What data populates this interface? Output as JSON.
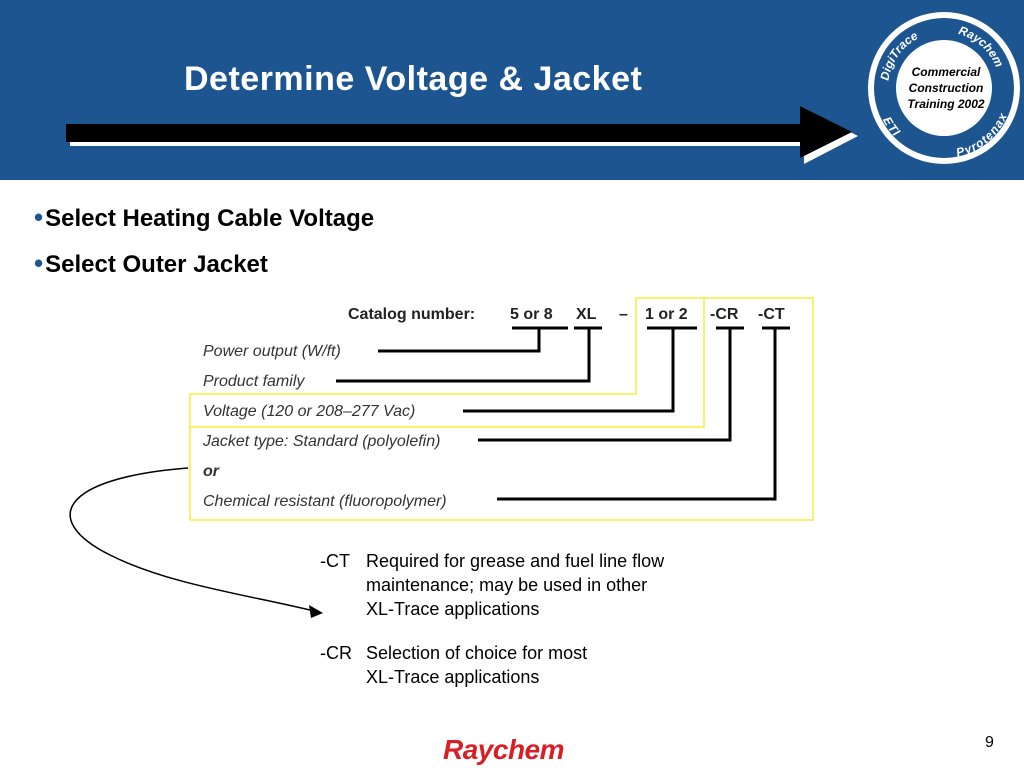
{
  "slide": {
    "title": "Determine Voltage & Jacket",
    "page_number": "9",
    "footer_logo": "Raychem"
  },
  "seal": {
    "top_left_arc": "DigiTrace",
    "top_right_arc": "Raychem",
    "bottom_left_arc": "ETI",
    "bottom_right_arc": "Pyrotenax",
    "line1": "Commercial",
    "line2": "Construction",
    "line3": "Training 2002"
  },
  "bullets": [
    "Select Heating Cable Voltage",
    "Select Outer Jacket"
  ],
  "catalog": {
    "label": "Catalog number:",
    "parts": [
      "5 or 8",
      "XL",
      "–",
      "1 or 2",
      "-CR",
      "-CT"
    ],
    "rows": [
      "Power output (W/ft)",
      "Product family",
      "Voltage  (120 or 208–277 Vac)",
      "Jacket type: Standard (polyolefin)",
      "or",
      "Chemical resistant (fluoropolymer)"
    ]
  },
  "notes": [
    {
      "code": "-CT",
      "lines": [
        "Required for grease and fuel line flow",
        "maintenance; may be used in other",
        "XL-Trace applications"
      ]
    },
    {
      "code": "-CR",
      "lines": [
        "Selection of choice for most",
        "XL-Trace applications"
      ]
    }
  ],
  "colors": {
    "header_bg": "#1d5590",
    "highlight_border": "#f5ef3a",
    "logo_red": "#d81f26"
  }
}
